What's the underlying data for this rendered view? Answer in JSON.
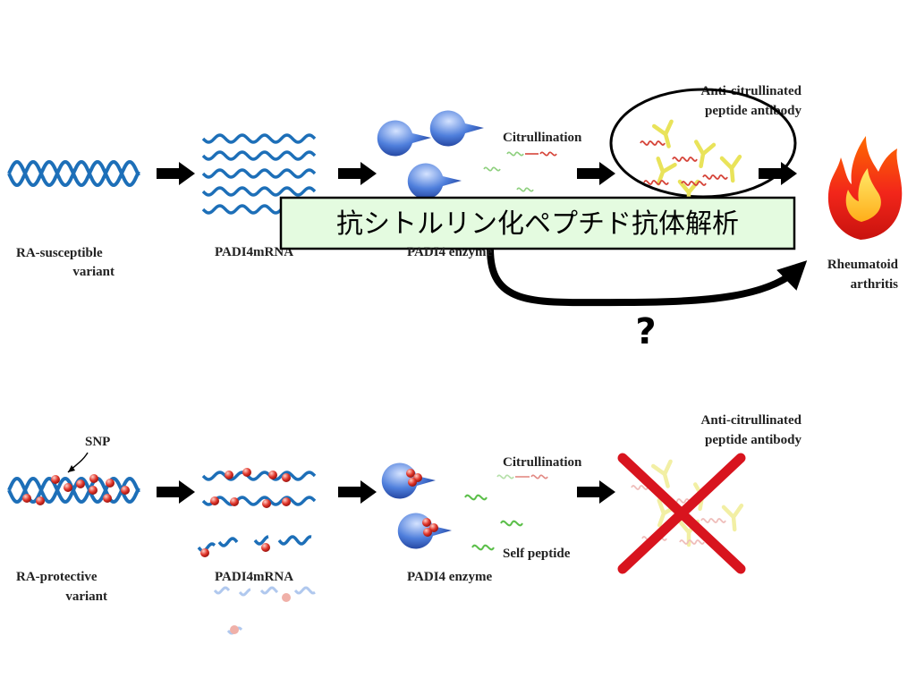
{
  "top": {
    "variant_label_line1": "RA-susceptible",
    "variant_label_line2": "variant",
    "mrna_label": "PADI4mRNA",
    "enzyme_label": "PADI4 enzyme",
    "citrullination_label": "Citrullination",
    "antibody_label_line1": "Anti-citrullinated",
    "antibody_label_line2": "peptide antibody",
    "disease_label_line1": "Rheumatoid",
    "disease_label_line2": "arthritis",
    "question_mark": "?"
  },
  "banner": {
    "text": "抗シトルリン化ペプチド抗体解析",
    "fill": "#e4fbe0",
    "border": "#000000"
  },
  "bottom": {
    "snp_label": "SNP",
    "variant_label_line1": "RA-protective",
    "variant_label_line2": "variant",
    "mrna_label": "PADI4mRNA",
    "enzyme_label": "PADI4 enzyme",
    "citrullination_label": "Citrullination",
    "self_peptide_label": "Self peptide",
    "antibody_label_line1": "Anti-citrullinated",
    "antibody_label_line2": "peptide antibody"
  },
  "colors": {
    "dna_blue": "#1d6fb8",
    "snp_red": "#d42a1e",
    "enzyme_blue": "#3f6fcf",
    "peptide_green": "#5cbf4a",
    "peptide_red": "#d6453a",
    "antibody_yellow": "#e9e35a",
    "cross_red": "#d8141e",
    "flame_red": "#e8201a",
    "flame_yellow": "#ffd21a"
  }
}
